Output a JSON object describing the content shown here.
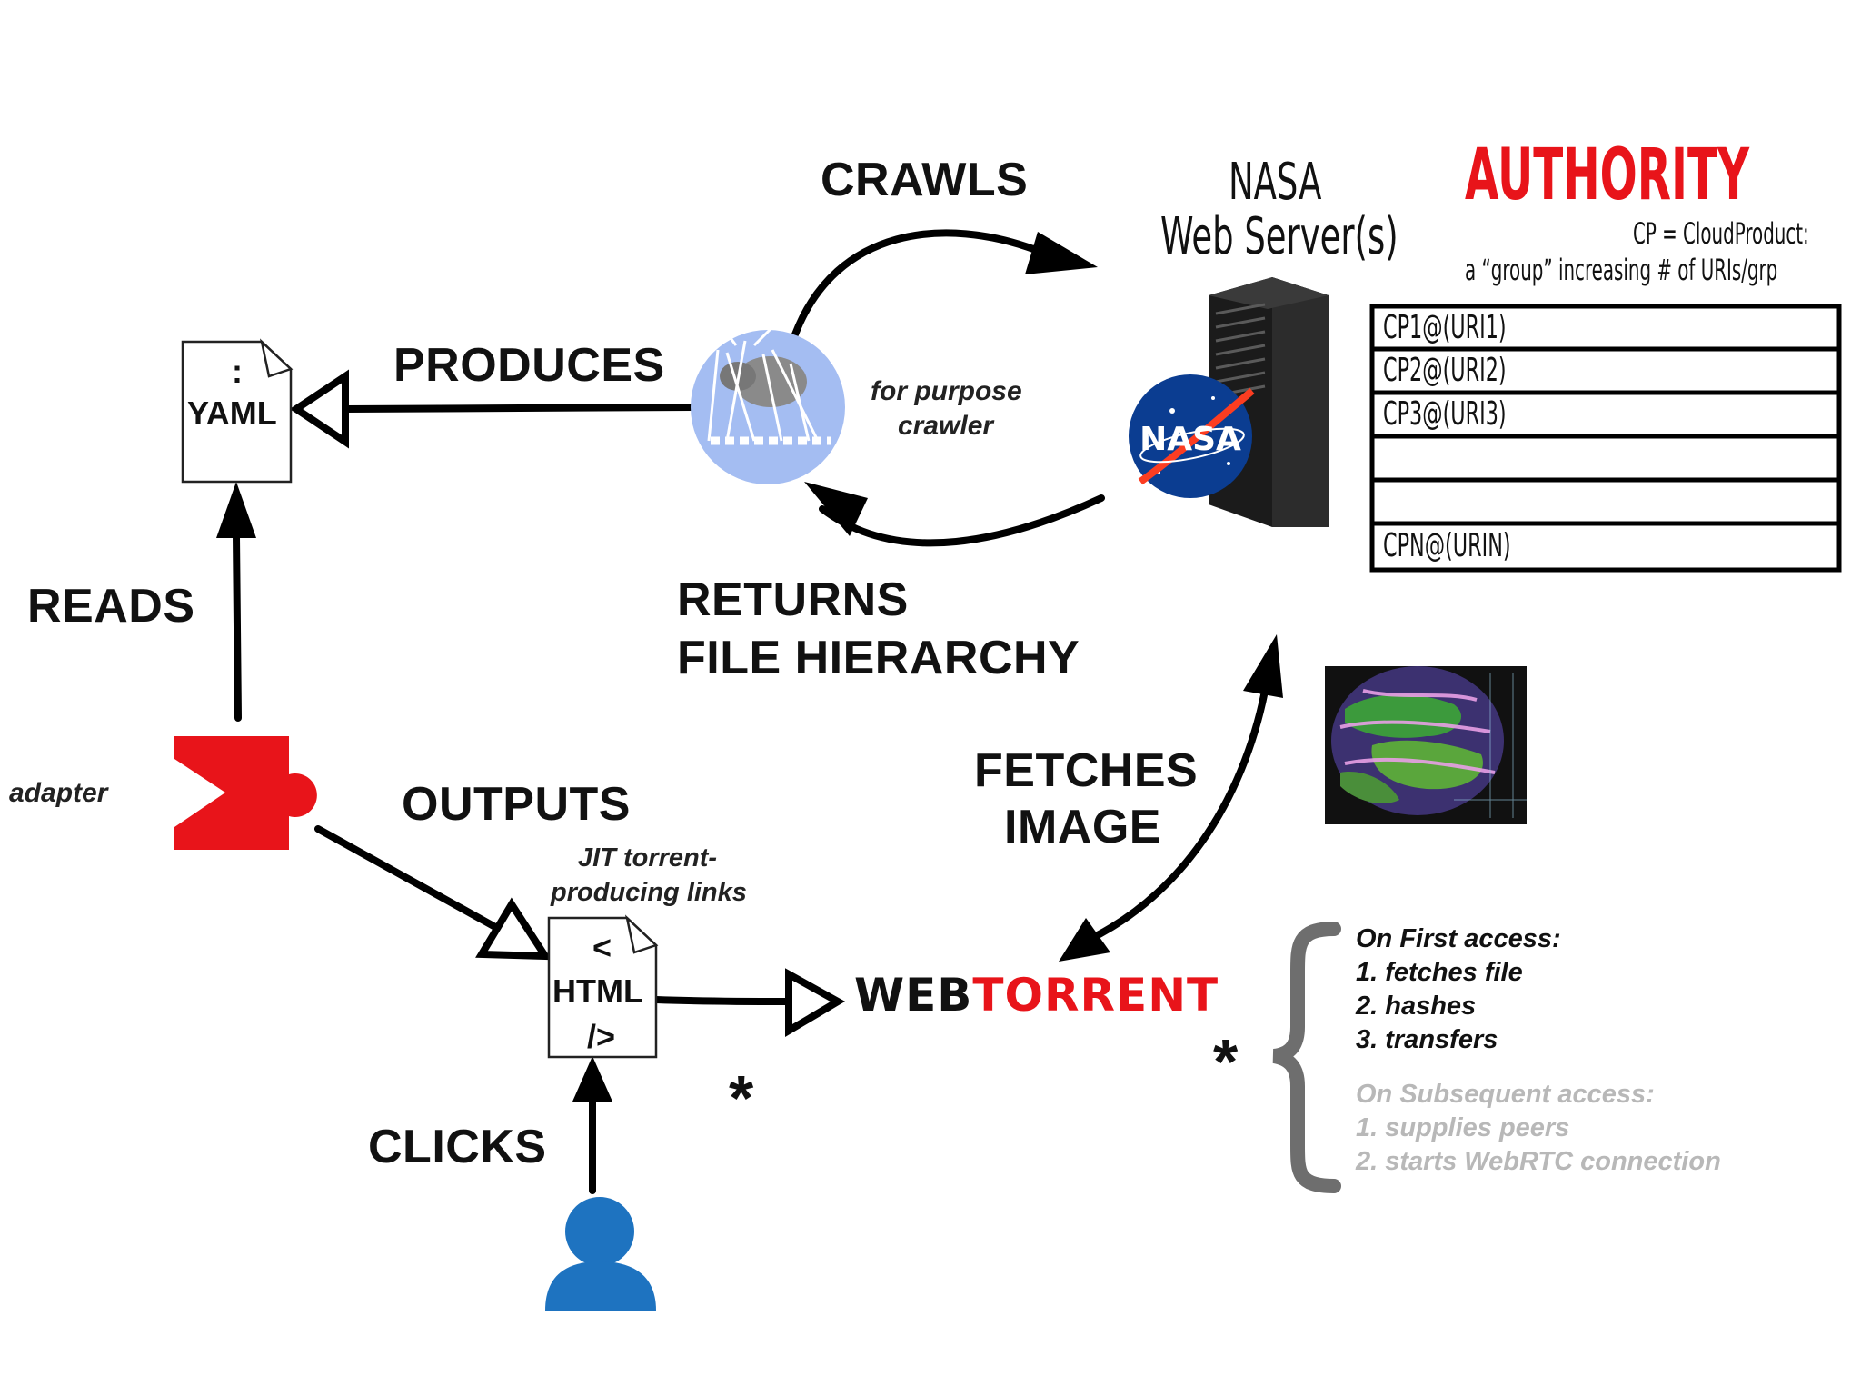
{
  "labels": {
    "crawls": "CRAWLS",
    "produces": "PRODUCES",
    "reads": "READS",
    "returns_line1": "RETURNS",
    "returns_line2": "FILE HIERARCHY",
    "outputs": "OUTPUTS",
    "fetches_line1": "FETCHES",
    "fetches_line2": "IMAGE",
    "clicks": "CLICKS",
    "adapter": "adapter",
    "crawler_line1": "for purpose",
    "crawler_line2": "crawler",
    "jit_line1": "JIT torrent-",
    "jit_line2": "producing links"
  },
  "nasa": {
    "line1": "NASA",
    "line2": "Web Server(s)",
    "logo_text": "NASA"
  },
  "authority": {
    "title": "AUTHORITY",
    "note_line1": "CP = CloudProduct:",
    "note_line2": "a “group” increasing # of URIs/grp",
    "rows": [
      "CP1@(URI1)",
      "CP2@(URI2)",
      "CP3@(URI3)",
      "",
      "",
      "CPN@(URIN)"
    ]
  },
  "yaml_doc": {
    "colon": ":",
    "text": "YAML"
  },
  "html_doc": {
    "line1": "<",
    "line2": "HTML",
    "line3": "/>"
  },
  "webtorrent": {
    "part1": "WEB",
    "part2": "TORRENT"
  },
  "asterisk": "*",
  "notes": {
    "first_title": "On First access:",
    "first_items": [
      "1. fetches file",
      "2. hashes",
      "3. transfers"
    ],
    "subsequent_title": "On Subsequent access:",
    "subsequent_items": [
      "1. supplies peers",
      "2. starts WebRTC connection"
    ]
  },
  "colors": {
    "authority_red": "#e8141a",
    "crawler_blue": "#a4bdf2",
    "user_blue": "#1e73c0",
    "adapter_red": "#e8141a",
    "subsequent_gray": "#b8b8b8",
    "brace_gray": "#6e6e6e"
  },
  "icons": [
    "spider-icon",
    "server-icon",
    "nasa-logo-icon",
    "puzzle-piece-icon",
    "user-icon",
    "globe-map-icon"
  ]
}
